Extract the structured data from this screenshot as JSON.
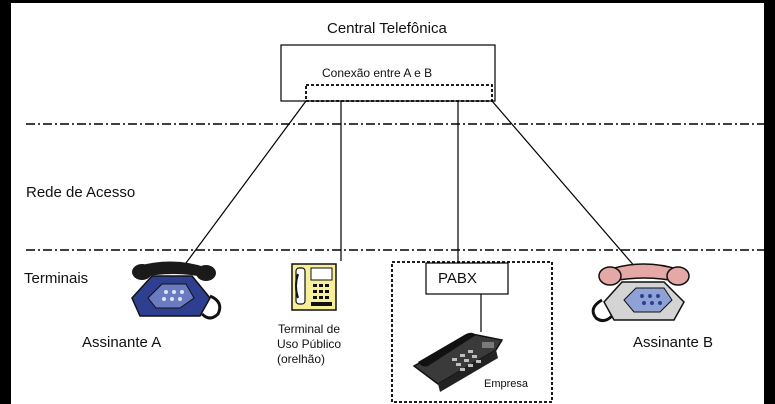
{
  "diagram": {
    "central_title": "Central Telefônica",
    "connection_label": "Conexão entre A e B",
    "access_network_label": "Rede de Acesso",
    "terminals_label": "Terminais",
    "subscriber_a": "Assinante A",
    "subscriber_b": "Assinante B",
    "public_terminal": [
      "Terminal de",
      "Uso Público",
      "(orelhão)"
    ],
    "pabx_label": "PABX",
    "company_label": "Empresa"
  },
  "icons": [
    "telephone-icon",
    "payphone-icon",
    "desk-phone-icon"
  ],
  "colors": {
    "phone_body": "#2f3f8f",
    "phone_dark": "#1a1a1a",
    "payphone_fill": "#f7ef9a",
    "phone_b_pink": "#e4a9a6",
    "phone_b_blue": "#8fa2d6"
  }
}
